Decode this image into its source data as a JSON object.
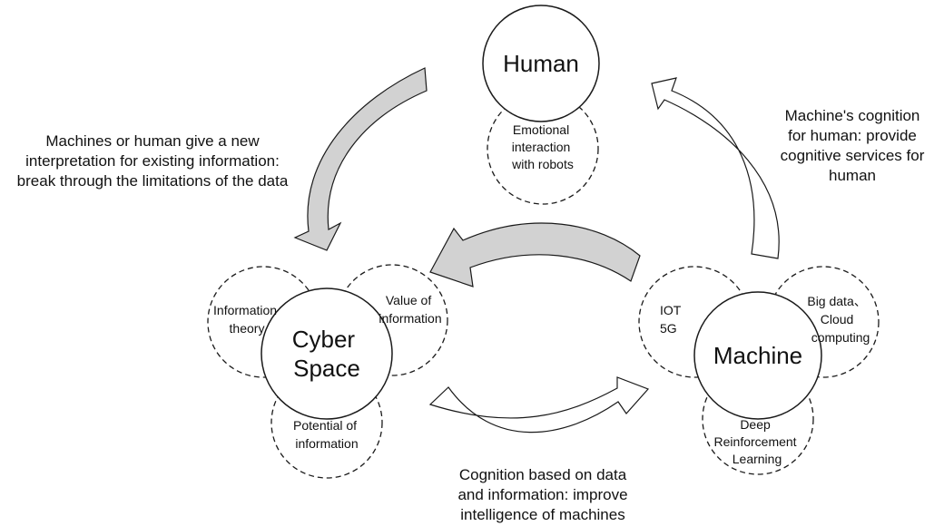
{
  "nodes": {
    "human": {
      "title": [
        "Human"
      ],
      "satellites": {
        "bottom": [
          "Emotional",
          "interaction",
          "with robots"
        ]
      }
    },
    "cyber": {
      "title": [
        "Cyber",
        "Space"
      ],
      "satellites": {
        "left": [
          "Information",
          "theory"
        ],
        "right": [
          "Value of",
          "information"
        ],
        "bottom": [
          "Potential of",
          "information"
        ]
      }
    },
    "machine": {
      "title": [
        "Machine"
      ],
      "satellites": {
        "left": [
          "IOT",
          "5G"
        ],
        "right": [
          "Big data、",
          "Cloud",
          "computing"
        ],
        "bottom": [
          "Deep",
          "Reinforcement",
          "Learning"
        ]
      }
    }
  },
  "captions": {
    "left": [
      "Machines or human give a new",
      "interpretation for existing information:",
      "break through the limitations of the data"
    ],
    "right": [
      "Machine's cognition",
      "for human: provide",
      "cognitive services for",
      "human"
    ],
    "bottom": [
      "Cognition based on data",
      "and information: improve",
      "intelligence of machines"
    ]
  },
  "colors": {
    "gray_arrow": "#d2d2d2",
    "white_arrow": "#ffffff",
    "stroke": "#1a1a1a"
  }
}
